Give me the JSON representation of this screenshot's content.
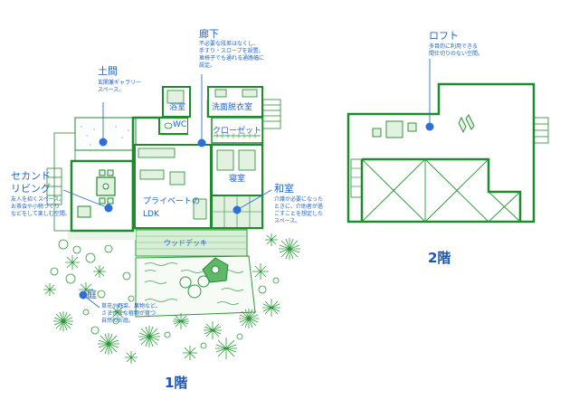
{
  "floor1": {
    "label": "1階",
    "rooms": {
      "bath": "浴室",
      "washroom": "洗面脱衣室",
      "wc": "WC",
      "closet": "クローゼット",
      "bedroom": "寝室",
      "private_ldk": "プライベートの\nLDK",
      "deck": "ウッドデッキ"
    },
    "annotations": [
      {
        "title": "土間",
        "desc": "玄関兼ギャラリー\nスペース。"
      },
      {
        "title": "廊下",
        "desc": "不必要な段差はなくし、\n手すり・スロープを設置。\n車椅子でも通れる通路幅に\n設定。"
      },
      {
        "title": "セカンド\nリビング",
        "desc": "友人を招くスペース。\nお茶会や小物づくり\nなどをして楽しむ空間。"
      },
      {
        "title": "和室",
        "desc": "介護が必要になった\nときに、介助者が過\nごすことを想定した\nスペース。"
      },
      {
        "title": "庭",
        "desc": "草花や野菜、果物など、\nさまざまな植物が育つ\n自然のお庭。"
      }
    ]
  },
  "floor2": {
    "label": "2階",
    "annotations": [
      {
        "title": "ロフト",
        "desc": "多目的に利用できる\n間仕切りのない空間。"
      }
    ]
  },
  "colors": {
    "wall": "#1f8a2e",
    "fill": "#e3f1e1",
    "marker": "#2c6fdc",
    "text": "#1f63c9"
  }
}
